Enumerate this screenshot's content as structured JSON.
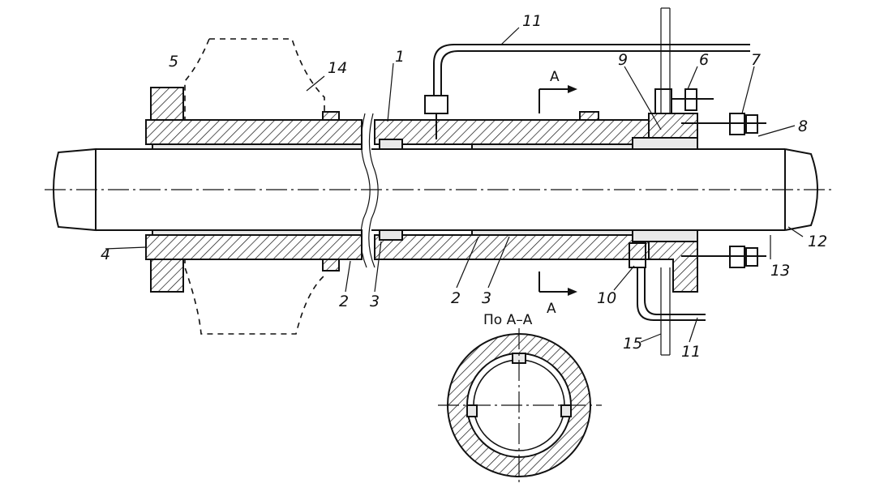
{
  "labels": {
    "l1": "1",
    "l2a": "2",
    "l2b": "2",
    "l3a": "3",
    "l3b": "3",
    "l4": "4",
    "l5": "5",
    "l6": "6",
    "l7": "7",
    "l8": "8",
    "l9": "9",
    "l10": "10",
    "l11a": "11",
    "l11b": "11",
    "l12": "12",
    "l13": "13",
    "l14": "14",
    "l15": "15"
  },
  "section": {
    "mark_top": "A",
    "mark_bottom": "A",
    "title": "По А–А"
  }
}
